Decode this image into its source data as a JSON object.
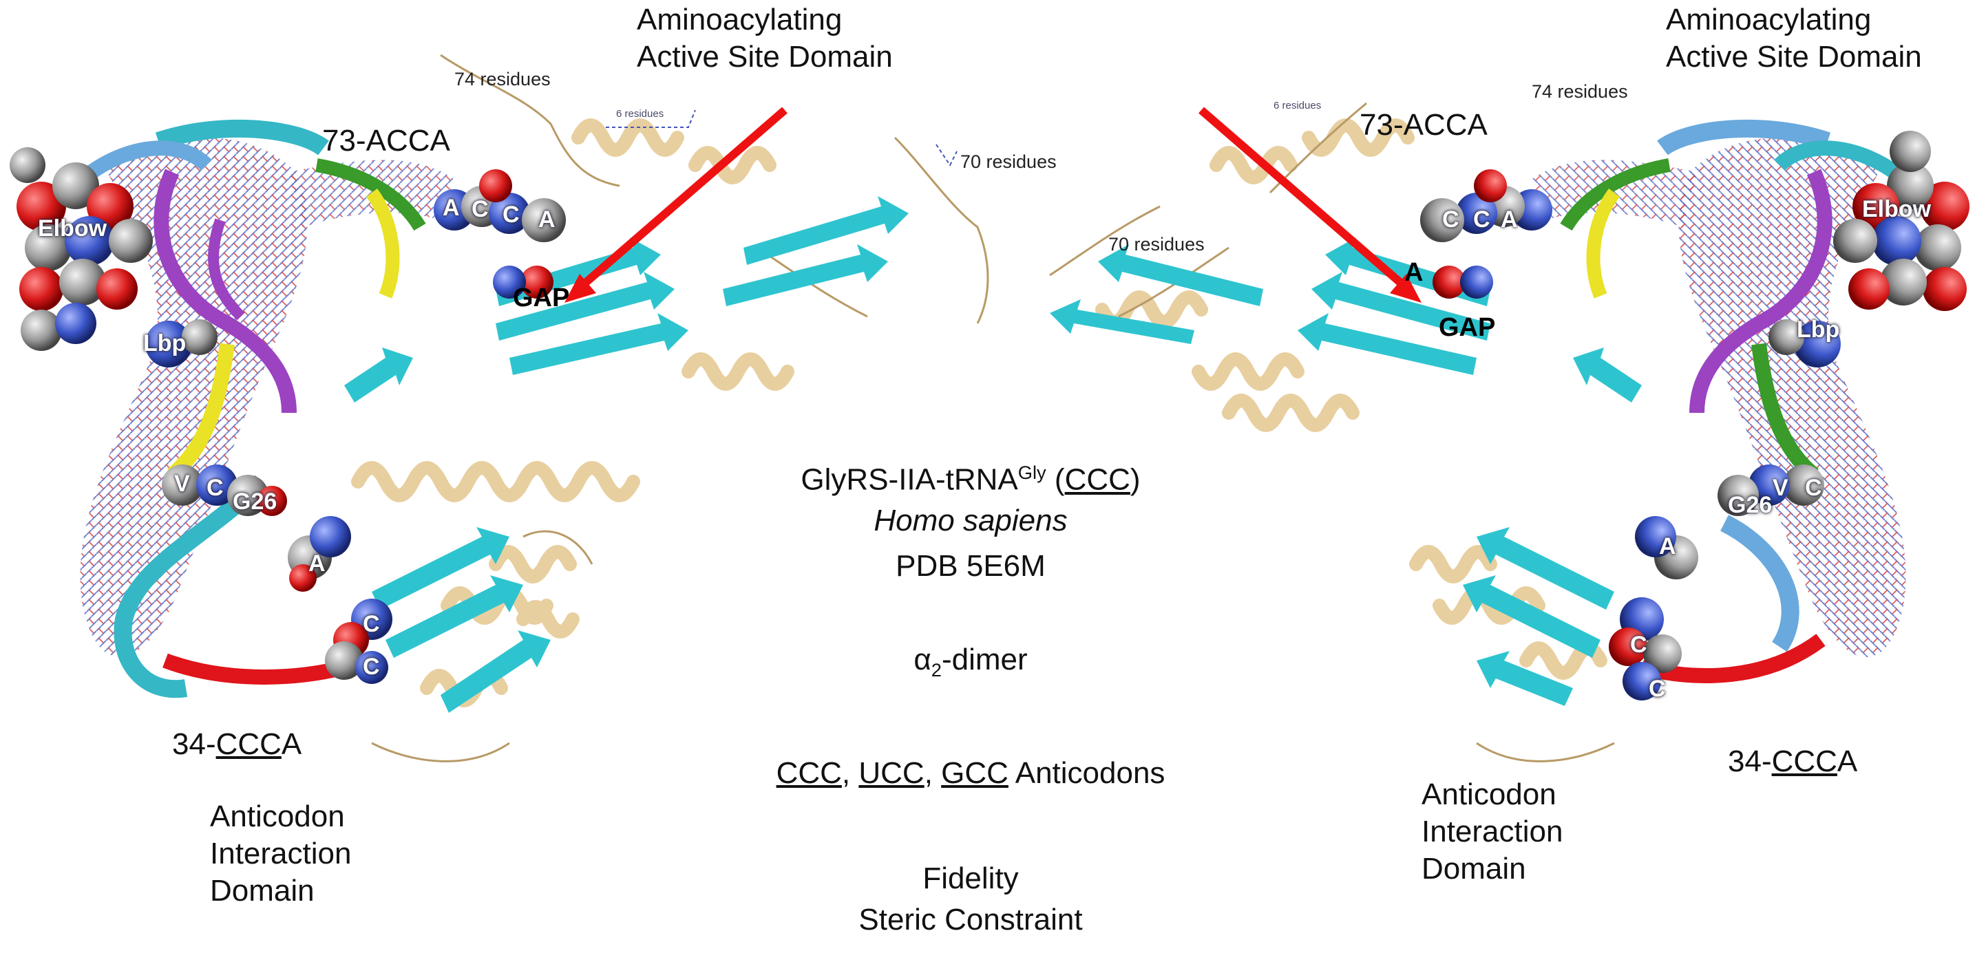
{
  "left": {
    "active_site_title_1": "Aminoacylating",
    "active_site_title_2": "Active Site Domain",
    "res74": "74 residues",
    "res6": "6 residues",
    "res70": "70 residues",
    "acca73": "73-ACCA",
    "elbow": "Elbow",
    "lbp": "Lbp",
    "gap": "GAP",
    "acca_bases": [
      "A",
      "C",
      "C",
      "A"
    ],
    "v": "V",
    "c": "C",
    "g26": "G26",
    "antic_a": "A",
    "antic_c1": "C",
    "antic_c2": "C",
    "acca34_prefix": "34-",
    "acca34_underlined": "CCC",
    "acca34_suffix": "A",
    "antic_domain": [
      "Anticodon",
      "Interaction",
      "Domain"
    ]
  },
  "right": {
    "active_site_title_1": "Aminoacylating",
    "active_site_title_2": "Active Site Domain",
    "res74": "74 residues",
    "res6": "6 residues",
    "res70": "70 residues",
    "acca73": "73-ACCA",
    "elbow": "Elbow",
    "lbp": "Lbp",
    "gap": "GAP",
    "acca_bases": [
      "A",
      "C",
      "C",
      "A"
    ],
    "g26": "G26",
    "v": "V",
    "c": "C",
    "antic_a": "A",
    "antic_c1": "C",
    "antic_c2": "C",
    "acca34_prefix": "34-",
    "acca34_underlined": "CCC",
    "acca34_suffix": "A",
    "antic_domain": [
      "Anticodon",
      "Interaction",
      "Domain"
    ]
  },
  "center": {
    "enzyme_prefix": "GlyRS-IIA-tRNA",
    "enzyme_sup": "Gly",
    "enzyme_underlined": "CCC",
    "organism": "Homo sapiens",
    "pdb": "PDB 5E6M",
    "dimer_alpha": "α",
    "dimer_sub": "2",
    "dimer_suffix": "-dimer",
    "anticodons": [
      "CCC",
      "UCC",
      "GCC"
    ],
    "anticodons_suffix": "Anticodons",
    "fidelity": "Fidelity",
    "steric": "Steric Constraint"
  },
  "colors": {
    "protein_tan": "#e8cf9f",
    "protein_edge": "#b89a66",
    "beta_cyan": "#2ec4cf",
    "trna_cyan": "#35b7c6",
    "trna_blue": "#6aa9dd",
    "purple": "#9b43c1",
    "yellow": "#e9e226",
    "red": "#e0141b",
    "green": "#3a9a2a",
    "arrow_red": "#ee1111"
  }
}
